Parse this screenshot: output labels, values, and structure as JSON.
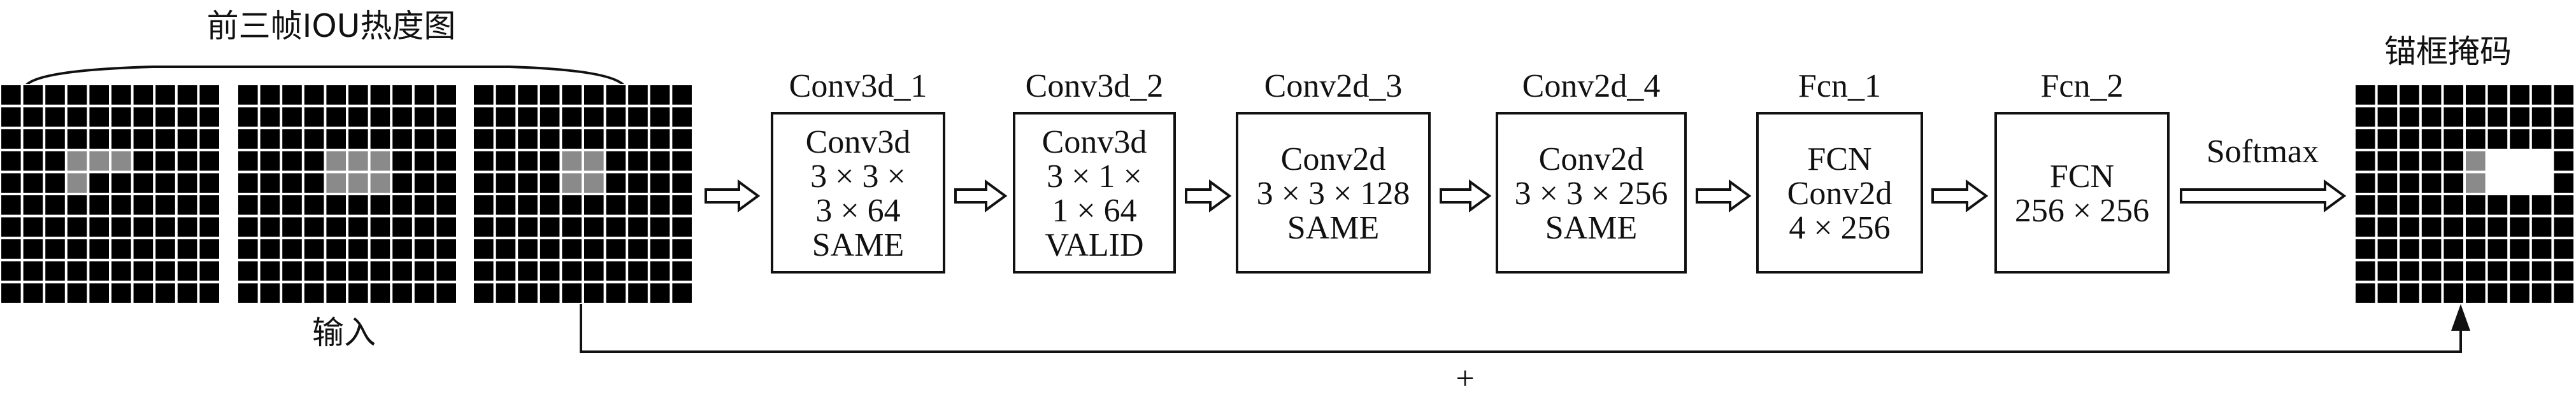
{
  "input": {
    "title": "前三帧IOU热度图",
    "label": "输入",
    "grids": [
      {
        "rows": 10,
        "cols": 10,
        "gray_cells": [
          [
            3,
            3
          ],
          [
            3,
            4
          ],
          [
            3,
            5
          ],
          [
            4,
            3
          ]
        ]
      },
      {
        "rows": 10,
        "cols": 10,
        "gray_cells": [
          [
            3,
            4
          ],
          [
            3,
            5
          ],
          [
            3,
            6
          ],
          [
            4,
            4
          ],
          [
            4,
            5
          ],
          [
            4,
            6
          ]
        ]
      },
      {
        "rows": 10,
        "cols": 10,
        "gray_cells": [
          [
            3,
            4
          ],
          [
            3,
            5
          ],
          [
            4,
            4
          ],
          [
            4,
            5
          ]
        ]
      }
    ]
  },
  "layers": [
    {
      "name": "Conv3d_1",
      "lines": [
        "Conv3d",
        "3 × 3 ×",
        "3 × 64",
        "SAME"
      ]
    },
    {
      "name": "Conv3d_2",
      "lines": [
        "Conv3d",
        "3 × 1 ×",
        "1 × 64",
        "VALID"
      ]
    },
    {
      "name": "Conv2d_3",
      "lines": [
        "Conv2d",
        "3 × 3 × 128",
        "SAME"
      ]
    },
    {
      "name": "Conv2d_4",
      "lines": [
        "Conv2d",
        "3 × 3 × 256",
        "SAME"
      ]
    },
    {
      "name": "Fcn_1",
      "lines": [
        "FCN",
        "Conv2d",
        "4 × 256"
      ]
    },
    {
      "name": "Fcn_2",
      "lines": [
        "FCN",
        "256 × 256"
      ]
    }
  ],
  "softmax_label": "Softmax",
  "output": {
    "title": "锚框掩码",
    "grid": {
      "rows": 10,
      "cols": 10,
      "white_cells": [
        [
          3,
          6
        ],
        [
          3,
          7
        ],
        [
          3,
          8
        ],
        [
          4,
          6
        ],
        [
          4,
          7
        ],
        [
          4,
          8
        ]
      ],
      "gray_cells": [
        [
          3,
          5
        ],
        [
          4,
          5
        ]
      ]
    }
  },
  "skip_label": "+",
  "colors": {
    "grid_black": "#000000",
    "grid_line": "#ffffff",
    "highlight_gray": "#8a8a8a",
    "stroke": "#111111"
  }
}
